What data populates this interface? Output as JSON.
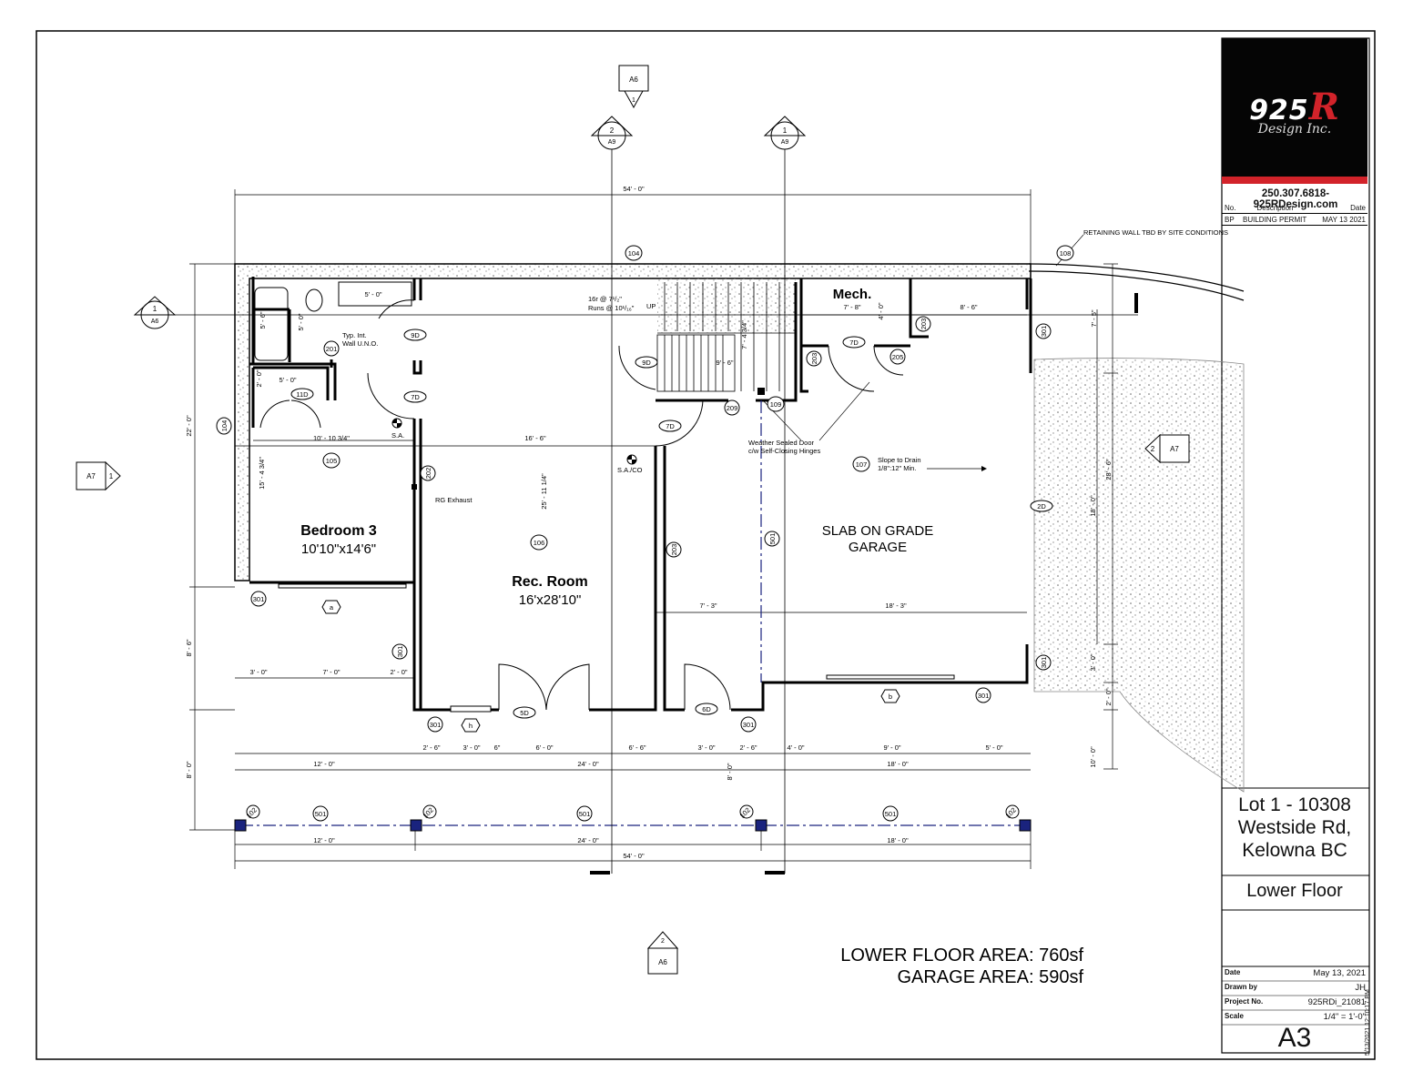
{
  "title_block": {
    "firm_logo_text": "925",
    "firm_logo_r": "R",
    "firm_logo_sub": "Design Inc.",
    "contact": "250.307.6818-925RDesign.com",
    "revision_headers": {
      "no": "No.",
      "description": "Description",
      "date": "Date"
    },
    "revision": {
      "no": "BP",
      "description": "BUILDING PERMIT",
      "date": "MAY 13 2021"
    },
    "lot_line1": "Lot 1 - 10308",
    "lot_line2": "Westside Rd,",
    "lot_line3": "Kelowna BC",
    "sheet_name": "Lower Floor",
    "date_label": "Date",
    "date_value": "May 13, 2021",
    "drawn_label": "Drawn by",
    "drawn_value": "JH",
    "project_label": "Project No.",
    "project_value": "925RDi_21081",
    "scale_label": "Scale",
    "scale_value": "1/4\" = 1'-0\"",
    "sheet_number": "A3",
    "stamp": "5/13/2021 12:10:17 PM"
  },
  "rooms": {
    "bedroom_name": "Bedroom 3",
    "bedroom_size": "10'10\"x14'6\"",
    "rec_name": "Rec. Room",
    "rec_size": "16'x28'10\"",
    "mech": "Mech.",
    "garage_line1": "SLAB ON GRADE",
    "garage_line2": "GARAGE"
  },
  "areas": {
    "lower_floor": "LOWER FLOOR AREA: 760sf",
    "garage": "GARAGE AREA: 590sf"
  },
  "notes": {
    "retaining": "RETAINING WALL TBD BY SITE CONDITIONS",
    "stair_risers": "16r @ 7¹/₂\"",
    "stair_runs": "Runs @ 10¹/₁₆\"",
    "stair_up": "UP",
    "typ_wall1": "Typ. Int.",
    "typ_wall2": "Wall U.N.O.",
    "weather1": "Weather Sealed Door",
    "weather2": "c/w Self-Closing Hinges",
    "slope1": "Slope to Drain",
    "slope2": "1/8\":12\" Min.",
    "rg_exhaust": "RG Exhaust",
    "sa": "S.A.",
    "saco": "S.A./CO"
  },
  "dimensions": {
    "top_overall": "54' - 0\"",
    "bottom_overall": "54' - 0\"",
    "left_22": "22' - 0\"",
    "left_8_6": "8' - 6\"",
    "left_8_0": "8' - 0\"",
    "right_28_6": "28' - 6\"",
    "right_7_5": "7' - 5\"",
    "right_18_0": "18' - 0\"",
    "right_3_0": "3' - 0\"",
    "right_2_0": "2' - 0\"",
    "right_10_0": "10' - 0\"",
    "d_5_0_tub": "5' - 0\"",
    "d_5_6": "5' - 6\"",
    "d_5_0v": "5' - 0\"",
    "d_5_0_closet": "5' - 0\"",
    "d_2_0": "2' - 0\"",
    "d_10_10": "10' - 10 3/4\"",
    "d_15_4": "15' - 4 3/4\"",
    "d_16_6": "16' - 6\"",
    "d_25_11": "25' - 11 1/4\"",
    "d_9_6": "9' - 6\"",
    "d_7_4": "7' - 4 3/4\"",
    "d_7_8": "7' - 8\"",
    "d_4_0": "4' - 0\"",
    "d_8_6_mech": "8' - 6\"",
    "d_7_3": "7' - 3\"",
    "d_18_3": "18' - 3\"",
    "b1_3_0": "3' - 0\"",
    "b1_7_0": "7' - 0\"",
    "b1_2_0": "2' - 0\"",
    "b2_2_6a": "2' - 6\"",
    "b2_3_0a": "3' - 0\"",
    "b2_6": "6\"",
    "b2_6_0": "6' - 0\"",
    "b2_6_6": "6' - 6\"",
    "b2_3_0b": "3' - 0\"",
    "b2_2_6b": "2' - 6\"",
    "b2_4_0": "4' - 0\"",
    "b2_9_0": "9' - 0\"",
    "b2_5_0": "5' - 0\"",
    "b3_12_0": "12' - 0\"",
    "b3_24_0": "24' - 0\"",
    "b3_18_0": "18' - 0\"",
    "b3_8_0": "8' - 0\"",
    "b4_12_0": "12' - 0\"",
    "b4_24_0": "24' - 0\"",
    "b4_18_0": "18' - 0\""
  },
  "tags": {
    "t104_top": "104",
    "t104_left": "104",
    "t108": "108",
    "t105": "105",
    "t106": "106",
    "t107": "107",
    "t109": "109",
    "t9D_a": "9D",
    "t9D_b": "9D",
    "t7D_a": "7D",
    "t7D_b": "7D",
    "t7D_c": "7D",
    "t11D": "11D",
    "t2D": "2D",
    "t5D": "5D",
    "t6D": "6D",
    "t201": "201",
    "t202": "202",
    "t203_a": "203",
    "t203_b": "203",
    "t203_c": "203",
    "t205": "205",
    "t209": "209",
    "t301_a": "301",
    "t301_b": "301",
    "t301_c": "301",
    "t301_d": "301",
    "t301_e": "301",
    "t301_f": "301",
    "t301_g": "301",
    "t501_a": "501",
    "t501_b": "501",
    "t501_c": "501",
    "t501_d": "501",
    "tpost_1": "102",
    "tpost_2": "102",
    "tpost_3": "102",
    "tpost_4": "102",
    "win_a": "a",
    "win_b": "b",
    "win_h": "h"
  },
  "sections": {
    "s_top_ref": "A6",
    "s_top_num": "1",
    "s_a9_1_num": "2",
    "s_a9_1_ref": "A9",
    "s_a9_2_num": "1",
    "s_a9_2_ref": "A9",
    "s_left_ref": "A7",
    "s_left_num": "1",
    "s_right_ref": "A7",
    "s_right_num": "2",
    "s_a6_left_num": "1",
    "s_a6_left_ref": "A6",
    "s_bottom_num": "2",
    "s_bottom_ref": "A6"
  }
}
